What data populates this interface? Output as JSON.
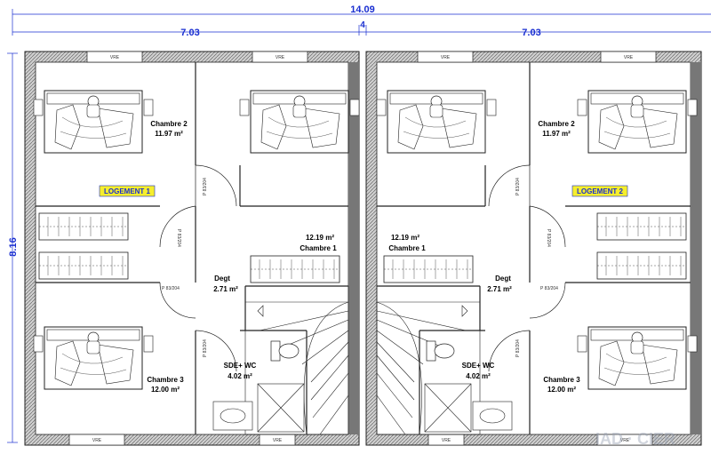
{
  "dimensions": {
    "total_width": "14.09",
    "left_width": "7.03",
    "right_width": "7.03",
    "middle": "4",
    "height": "8.16"
  },
  "window_label": "VRE",
  "door_label": "P 83/204",
  "unit1": {
    "badge": "LOGEMENT 1",
    "chambre2_name": "Chambre 2",
    "chambre2_area": "11.97 m²",
    "chambre1_name": "Chambre 1",
    "chambre1_area": "12.19 m²",
    "degt_name": "Degt",
    "degt_area": "2.71 m²",
    "sde_name": "SDE+ WC",
    "sde_area": "4.02 m²",
    "chambre3_name": "Chambre 3",
    "chambre3_area": "12.00 m²"
  },
  "unit2": {
    "badge": "LOGEMENT 2",
    "chambre2_name": "Chambre 2",
    "chambre2_area": "11.97 m²",
    "chambre1_name": "Chambre 1",
    "chambre1_area": "12.19 m²",
    "degt_name": "Degt",
    "degt_area": "2.71 m²",
    "sde_name": "SDE+ WC",
    "sde_area": "4.02 m²",
    "chambre3_name": "Chambre 3",
    "chambre3_area": "12.00 m²"
  },
  "watermark": "IAD · CIER",
  "colors": {
    "dimension": "#1a2fd1",
    "badge_bg": "#f6ee2c",
    "wall_fill": "#bdbdbd",
    "wall_stroke": "#222222"
  }
}
